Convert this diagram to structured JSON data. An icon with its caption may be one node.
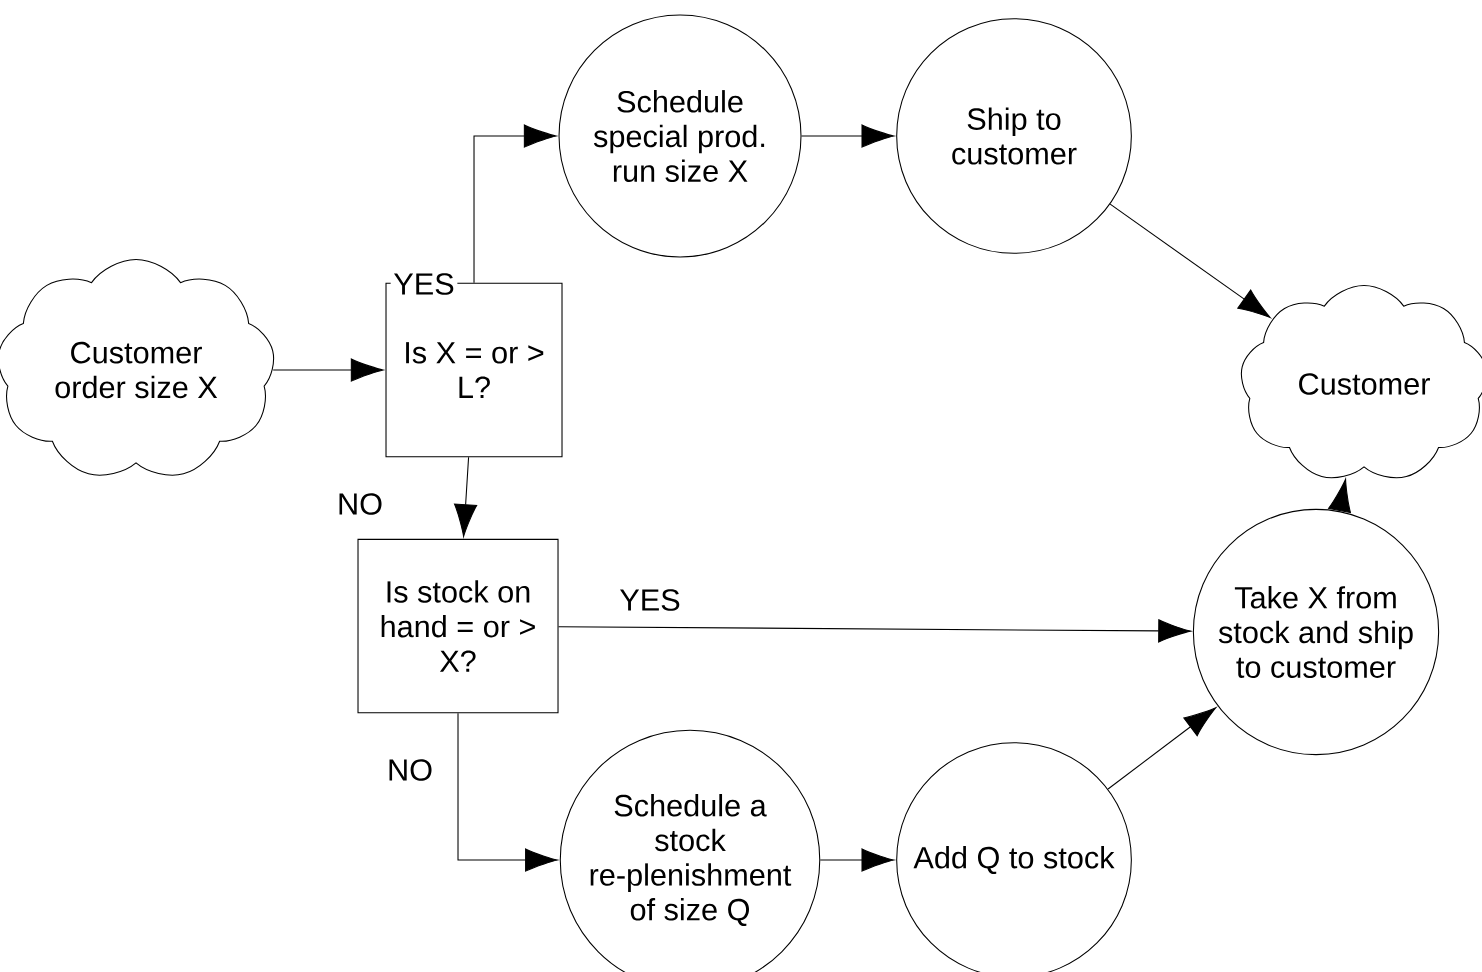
{
  "diagram": {
    "nodes": [
      {
        "text": [
          "Customer order size X"
        ]
      },
      {
        "text": [
          "Is X = or > L?"
        ]
      },
      {
        "text": [
          "Schedule special prod. run size X"
        ]
      },
      {
        "text": [
          "Ship to customer"
        ]
      },
      {
        "text": [
          "Customer"
        ]
      },
      {
        "text": [
          "Is stock on hand = or > X?"
        ]
      },
      {
        "text": [
          "Take X from stock and ship to customer"
        ]
      },
      {
        "text": [
          "Schedule a stock re-plenishment of size Q"
        ]
      },
      {
        "text": [
          "Add Q to stock"
        ]
      }
    ],
    "edges": [
      {
        "from": 0,
        "to": 1,
        "arrow": "to"
      },
      {
        "from": 1,
        "to": 2,
        "arrow": "to",
        "label": "YES"
      },
      {
        "from": 2,
        "to": 3,
        "arrow": "to"
      },
      {
        "from": 3,
        "to": 4,
        "arrow": "to"
      },
      {
        "from": 1,
        "to": 5,
        "arrow": "to",
        "label": "NO"
      },
      {
        "from": 5,
        "to": 6,
        "arrow": "to",
        "label": "YES"
      },
      {
        "from": 5,
        "to": 7,
        "arrow": "to",
        "label": "NO"
      },
      {
        "from": 7,
        "to": 8,
        "arrow": "to"
      },
      {
        "from": 8,
        "to": 6,
        "arrow": "to"
      },
      {
        "from": 6,
        "to": 4,
        "arrow": "to"
      }
    ]
  }
}
